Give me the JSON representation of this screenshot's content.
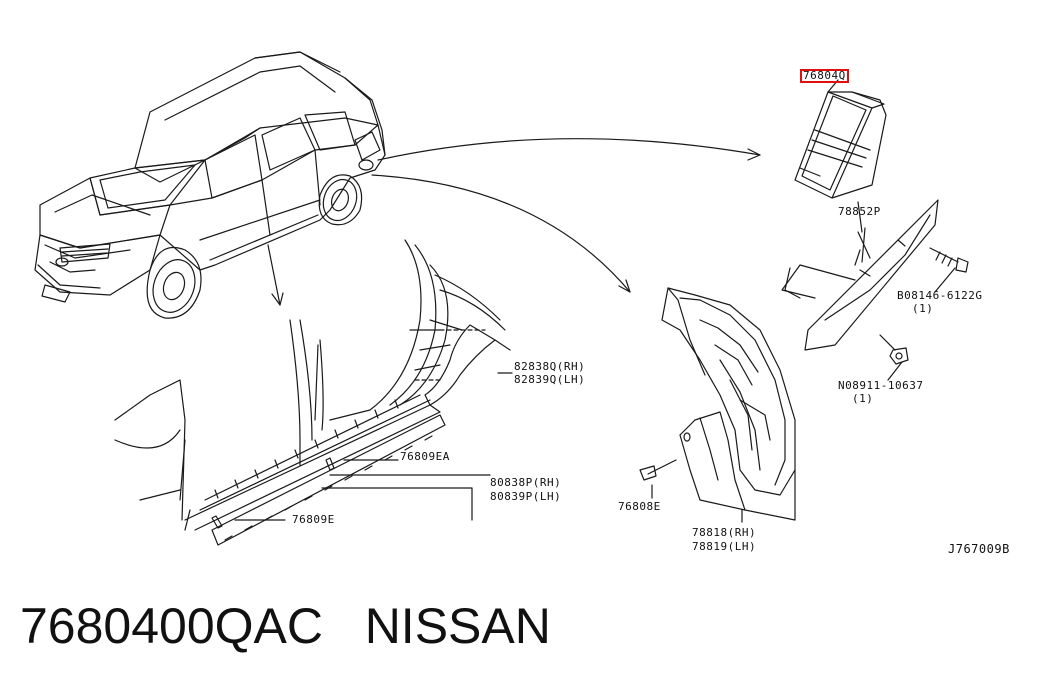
{
  "labels": {
    "p76804q": "76804Q",
    "p78852p": "78852P",
    "b08146": "B08146-6122G",
    "qty1_a": "(1)",
    "n08911": "N08911-10637",
    "qty1_b": "(1)",
    "p82838q": "82838Q(RH)",
    "p82839q": "82839Q(LH)",
    "p76809ea": "76809EA",
    "p80838p": "80838P(RH)",
    "p80839p": "80839P(LH)",
    "p76809e": "76809E",
    "p76808e": "76808E",
    "p78818": "78818(RH)",
    "p78819": "78819(LH)",
    "diagram_id": "J767009B"
  },
  "caption": {
    "part_number": "7680400QAC",
    "brand": "NISSAN"
  },
  "colors": {
    "line": "#1a1a1a",
    "highlight": "#e01010",
    "background": "#ffffff"
  }
}
